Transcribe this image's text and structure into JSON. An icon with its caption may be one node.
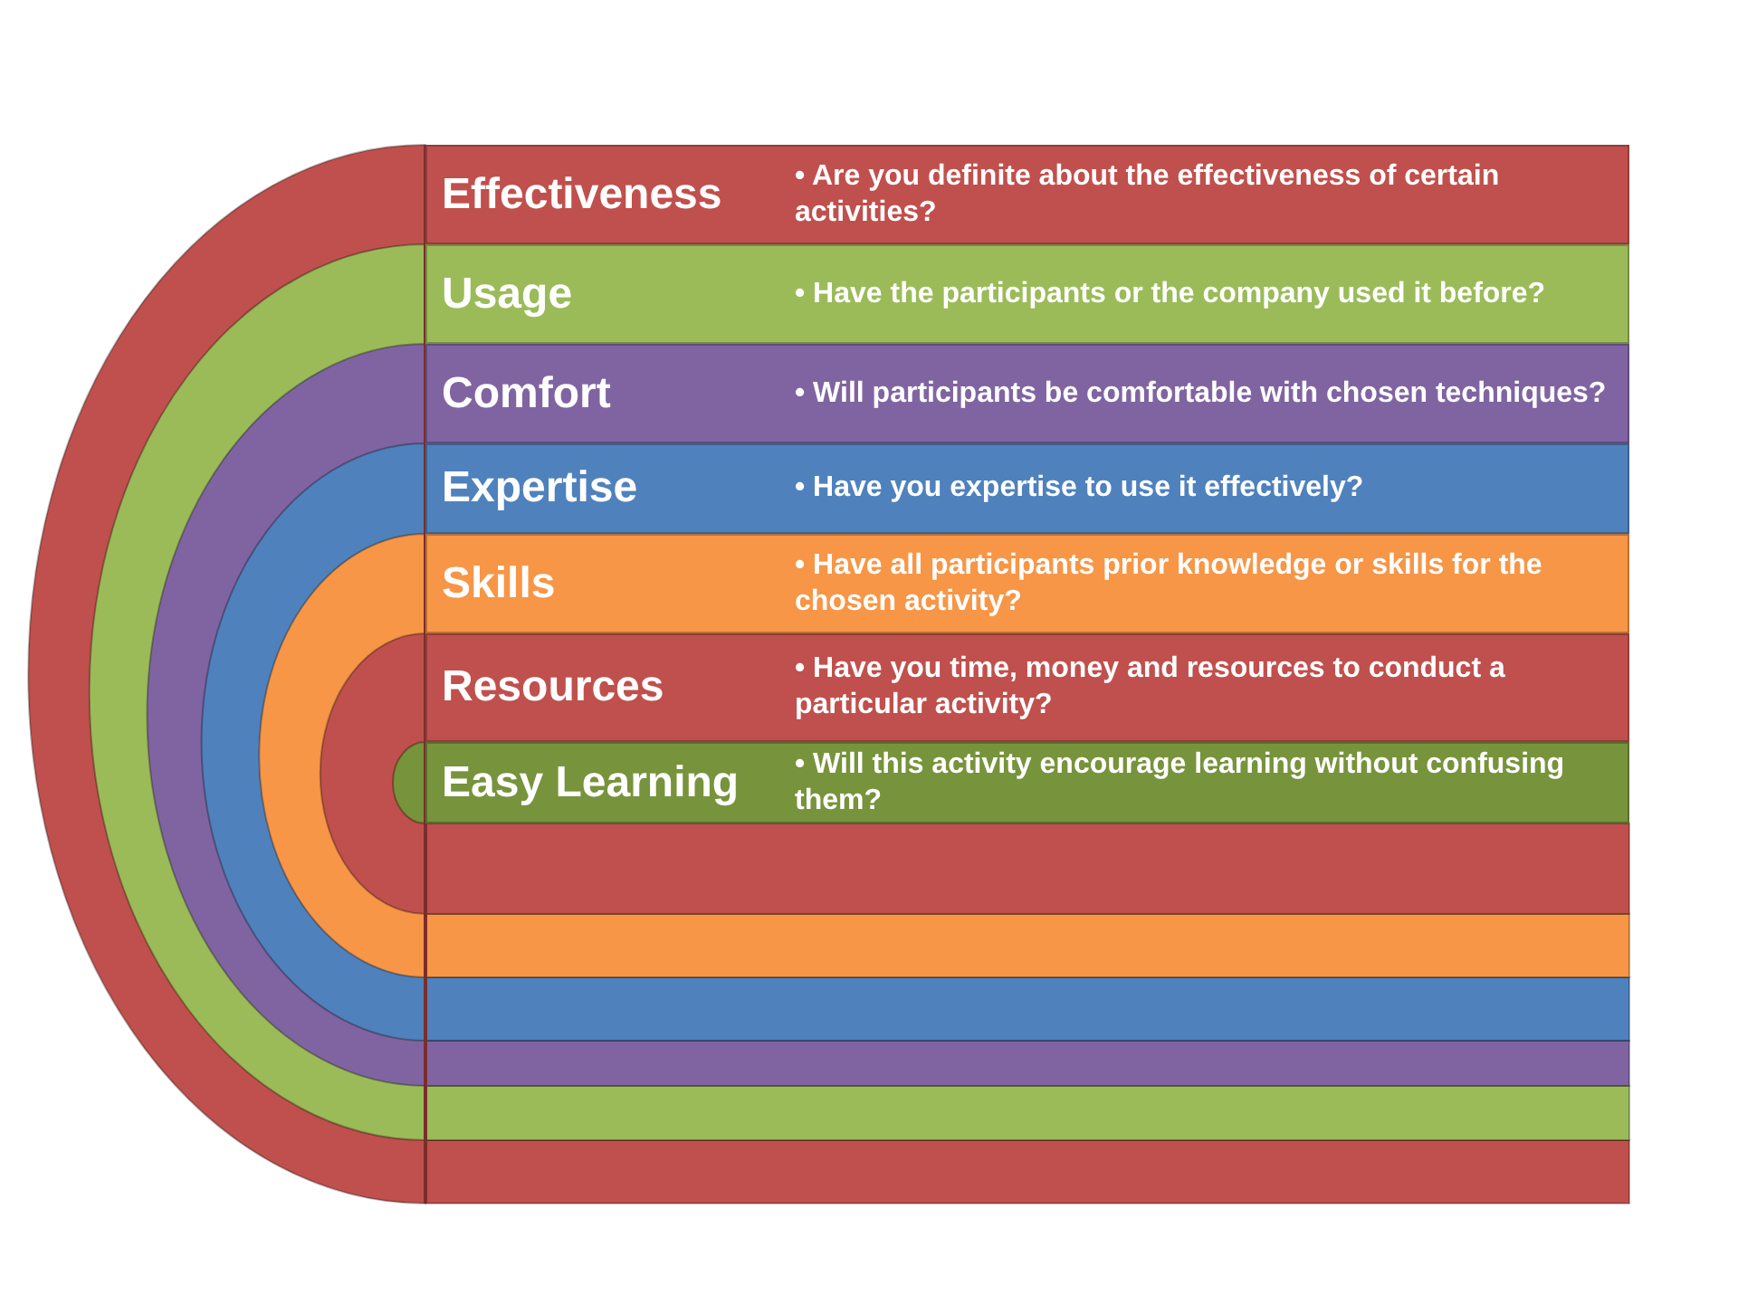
{
  "diagram": {
    "nodes": [
      {
        "text": [
          "Effectiveness",
          "• Are you definite about the effectiveness of certain activities?"
        ]
      },
      {
        "text": [
          "Usage",
          "• Have the participants or the company used it before?"
        ]
      },
      {
        "text": [
          "Comfort",
          "• Will participants be comfortable with chosen techniques?"
        ]
      },
      {
        "text": [
          "Expertise",
          "• Have you expertise to use it effectively?"
        ]
      },
      {
        "text": [
          "Skills",
          "• Have all participants prior knowledge or skills for the chosen activity?"
        ]
      },
      {
        "text": [
          "Resources",
          "• Have you time, money and resources to conduct a particular activity?"
        ]
      },
      {
        "text": [
          "Easy Learning",
          "• Will this activity encourage learning without confusing them?"
        ]
      }
    ]
  }
}
